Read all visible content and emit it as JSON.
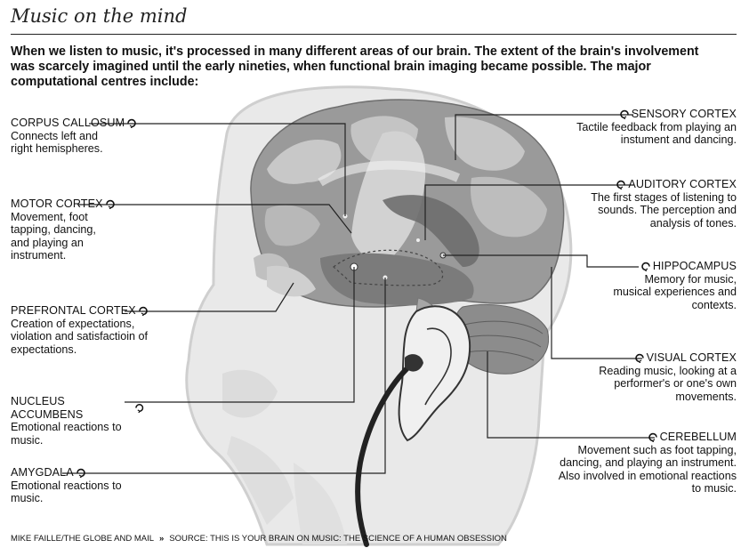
{
  "title": "Music on the mind",
  "intro": "When we listen to music, it's processed in many different areas of our brain. The extent of the brain's involvement was scarcely imagined until the early nineties, when functional brain imaging became possible. The major computational centres include:",
  "labels": {
    "corpus_callosum": {
      "name": "CORPUS CALLOSUM",
      "desc": "Connects left and right hemispheres."
    },
    "motor_cortex": {
      "name": "MOTOR CORTEX",
      "desc": "Movement, foot tapping, dancing, and playing an instrument."
    },
    "prefrontal_cortex": {
      "name": "PREFRONTAL CORTEX",
      "desc": "Creation of expectations, violation and satisfactioin of expectations."
    },
    "nucleus_accumbens": {
      "name": "NUCLEUS ACCUMBENS",
      "desc": "Emotional reactions to music."
    },
    "amygdala": {
      "name": "AMYGDALA",
      "desc": "Emotional reactions to music."
    },
    "sensory_cortex": {
      "name": "SENSORY CORTEX",
      "desc": "Tactile feedback from playing an instument and dancing."
    },
    "auditory_cortex": {
      "name": "AUDITORY CORTEX",
      "desc": "The first stages of listening to sounds. The perception and analysis of tones."
    },
    "hippocampus": {
      "name": "HIPPOCAMPUS",
      "desc": "Memory for music, musical experiences and contexts."
    },
    "visual_cortex": {
      "name": "VISUAL CORTEX",
      "desc": "Reading music, looking at a performer's or one's own movements."
    },
    "cerebellum": {
      "name": "CEREBELLUM",
      "desc": "Movement such as foot tapping, dancing, and playing an instrument. Also involved in emotional reactions to music."
    }
  },
  "credit": {
    "author": "MIKE FAILLE/THE GLOBE AND MAIL",
    "separator": "»",
    "source": "SOURCE: THIS IS YOUR BRAIN ON MUSIC: THE SCIENCE OF A HUMAN OBSESSION"
  }
}
